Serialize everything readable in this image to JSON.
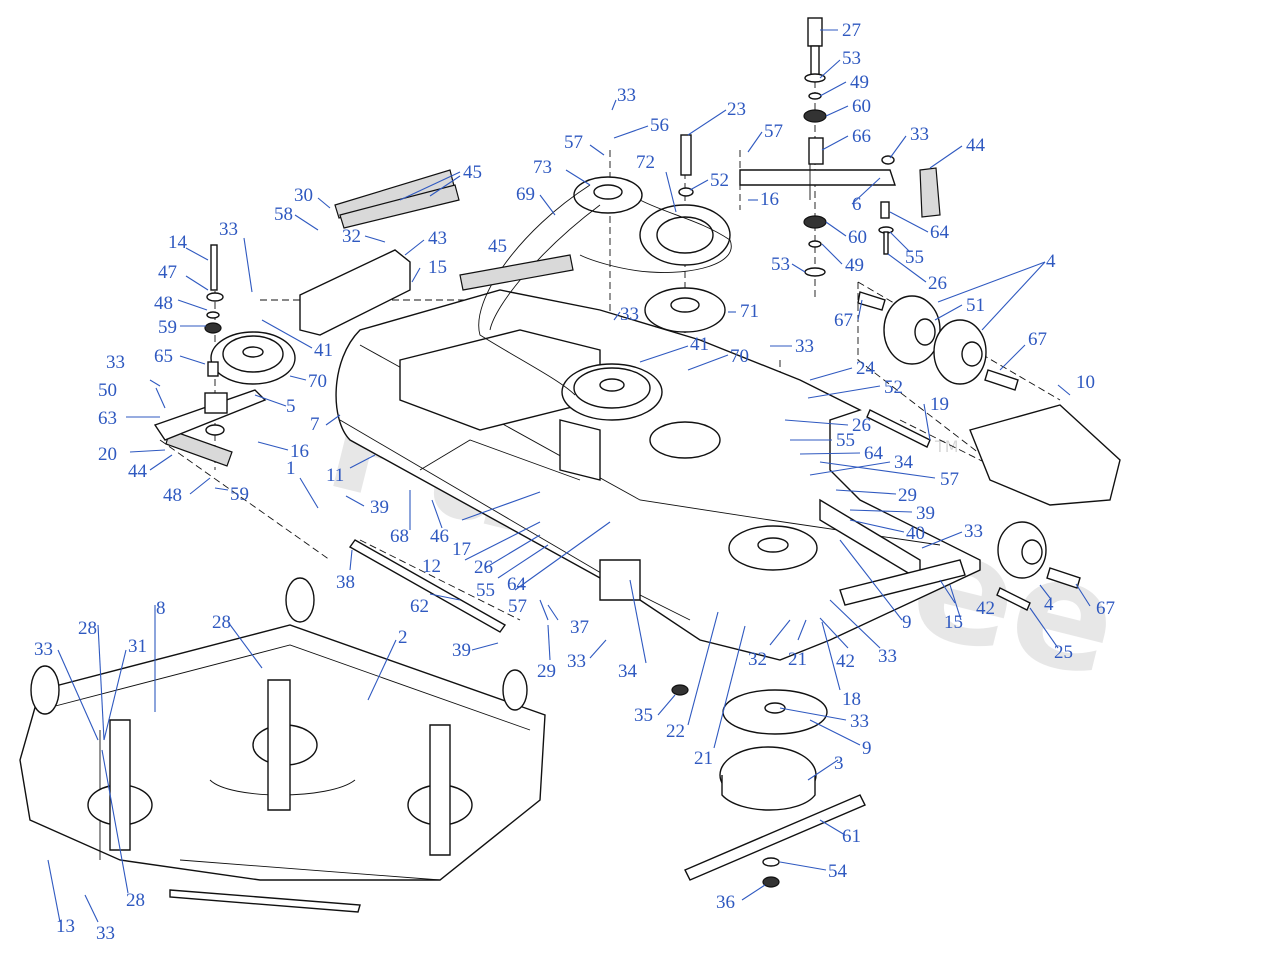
{
  "watermark": {
    "text": "PartsTree",
    "trademark": "TM"
  },
  "callouts": [
    {
      "id": "c-27a",
      "label": "27"
    },
    {
      "id": "c-53a",
      "label": "53"
    },
    {
      "id": "c-49a",
      "label": "49"
    },
    {
      "id": "c-60a",
      "label": "60"
    },
    {
      "id": "c-66",
      "label": "66"
    },
    {
      "id": "c-33a",
      "label": "33"
    },
    {
      "id": "c-44a",
      "label": "44"
    },
    {
      "id": "c-6",
      "label": "6"
    },
    {
      "id": "c-64a",
      "label": "64"
    },
    {
      "id": "c-60b",
      "label": "60"
    },
    {
      "id": "c-49b",
      "label": "49"
    },
    {
      "id": "c-55a",
      "label": "55"
    },
    {
      "id": "c-26a",
      "label": "26"
    },
    {
      "id": "c-53b",
      "label": "53"
    },
    {
      "id": "c-4a",
      "label": "4"
    },
    {
      "id": "c-51",
      "label": "51"
    },
    {
      "id": "c-67a",
      "label": "67"
    },
    {
      "id": "c-67b",
      "label": "67"
    },
    {
      "id": "c-33b",
      "label": "33"
    },
    {
      "id": "c-56",
      "label": "56"
    },
    {
      "id": "c-23",
      "label": "23"
    },
    {
      "id": "c-57a",
      "label": "57"
    },
    {
      "id": "c-57b",
      "label": "57"
    },
    {
      "id": "c-73",
      "label": "73"
    },
    {
      "id": "c-72",
      "label": "72"
    },
    {
      "id": "c-52a",
      "label": "52"
    },
    {
      "id": "c-16a",
      "label": "16"
    },
    {
      "id": "c-69",
      "label": "69"
    },
    {
      "id": "c-30",
      "label": "30"
    },
    {
      "id": "c-45a",
      "label": "45"
    },
    {
      "id": "c-45b",
      "label": "45"
    },
    {
      "id": "c-58",
      "label": "58"
    },
    {
      "id": "c-32a",
      "label": "32"
    },
    {
      "id": "c-43",
      "label": "43"
    },
    {
      "id": "c-15a",
      "label": "15"
    },
    {
      "id": "c-33c",
      "label": "33"
    },
    {
      "id": "c-14",
      "label": "14"
    },
    {
      "id": "c-47",
      "label": "47"
    },
    {
      "id": "c-48a",
      "label": "48"
    },
    {
      "id": "c-59a",
      "label": "59"
    },
    {
      "id": "c-41a",
      "label": "41"
    },
    {
      "id": "c-71",
      "label": "71"
    },
    {
      "id": "c-33d",
      "label": "33"
    },
    {
      "id": "c-41b",
      "label": "41"
    },
    {
      "id": "c-70a",
      "label": "70"
    },
    {
      "id": "c-33e",
      "label": "33"
    },
    {
      "id": "c-65",
      "label": "65"
    },
    {
      "id": "c-70b",
      "label": "70"
    },
    {
      "id": "c-33f",
      "label": "33"
    },
    {
      "id": "c-50",
      "label": "50"
    },
    {
      "id": "c-5",
      "label": "5"
    },
    {
      "id": "c-63",
      "label": "63"
    },
    {
      "id": "c-7",
      "label": "7"
    },
    {
      "id": "c-24",
      "label": "24"
    },
    {
      "id": "c-52b",
      "label": "52"
    },
    {
      "id": "c-19",
      "label": "19"
    },
    {
      "id": "c-10",
      "label": "10"
    },
    {
      "id": "c-26b",
      "label": "26"
    },
    {
      "id": "c-55b",
      "label": "55"
    },
    {
      "id": "c-64b",
      "label": "64"
    },
    {
      "id": "c-34a",
      "label": "34"
    },
    {
      "id": "c-57c",
      "label": "57"
    },
    {
      "id": "c-20",
      "label": "20"
    },
    {
      "id": "c-16b",
      "label": "16"
    },
    {
      "id": "c-44b",
      "label": "44"
    },
    {
      "id": "c-59b",
      "label": "59"
    },
    {
      "id": "c-11",
      "label": "11"
    },
    {
      "id": "c-48b",
      "label": "48"
    },
    {
      "id": "c-1",
      "label": "1"
    },
    {
      "id": "c-39a",
      "label": "39"
    },
    {
      "id": "c-29a",
      "label": "29"
    },
    {
      "id": "c-39b",
      "label": "39"
    },
    {
      "id": "c-40",
      "label": "40"
    },
    {
      "id": "c-68",
      "label": "68"
    },
    {
      "id": "c-46",
      "label": "46"
    },
    {
      "id": "c-17",
      "label": "17"
    },
    {
      "id": "c-33g",
      "label": "33"
    },
    {
      "id": "c-12",
      "label": "12"
    },
    {
      "id": "c-26c",
      "label": "26"
    },
    {
      "id": "c-55c",
      "label": "55"
    },
    {
      "id": "c-64c",
      "label": "64"
    },
    {
      "id": "c-38",
      "label": "38"
    },
    {
      "id": "c-4b",
      "label": "4"
    },
    {
      "id": "c-67c",
      "label": "67"
    },
    {
      "id": "c-42a",
      "label": "42"
    },
    {
      "id": "c-15b",
      "label": "15"
    },
    {
      "id": "c-9a",
      "label": "9"
    },
    {
      "id": "c-8",
      "label": "8"
    },
    {
      "id": "c-28a",
      "label": "28"
    },
    {
      "id": "c-57d",
      "label": "57"
    },
    {
      "id": "c-62",
      "label": "62"
    },
    {
      "id": "c-25",
      "label": "25"
    },
    {
      "id": "c-33h",
      "label": "33"
    },
    {
      "id": "c-28b",
      "label": "28"
    },
    {
      "id": "c-31",
      "label": "31"
    },
    {
      "id": "c-2",
      "label": "2"
    },
    {
      "id": "c-37",
      "label": "37"
    },
    {
      "id": "c-32b",
      "label": "32"
    },
    {
      "id": "c-21a",
      "label": "21"
    },
    {
      "id": "c-42b",
      "label": "42"
    },
    {
      "id": "c-33i",
      "label": "33"
    },
    {
      "id": "c-39c",
      "label": "39"
    },
    {
      "id": "c-29b",
      "label": "29"
    },
    {
      "id": "c-33j",
      "label": "33"
    },
    {
      "id": "c-34b",
      "label": "34"
    },
    {
      "id": "c-18",
      "label": "18"
    },
    {
      "id": "c-35",
      "label": "35"
    },
    {
      "id": "c-22",
      "label": "22"
    },
    {
      "id": "c-33k",
      "label": "33"
    },
    {
      "id": "c-9b",
      "label": "9"
    },
    {
      "id": "c-21b",
      "label": "21"
    },
    {
      "id": "c-3",
      "label": "3"
    },
    {
      "id": "c-61",
      "label": "61"
    },
    {
      "id": "c-54",
      "label": "54"
    },
    {
      "id": "c-36",
      "label": "36"
    },
    {
      "id": "c-13",
      "label": "13"
    },
    {
      "id": "c-33l",
      "label": "33"
    },
    {
      "id": "c-28c",
      "label": "28"
    }
  ]
}
